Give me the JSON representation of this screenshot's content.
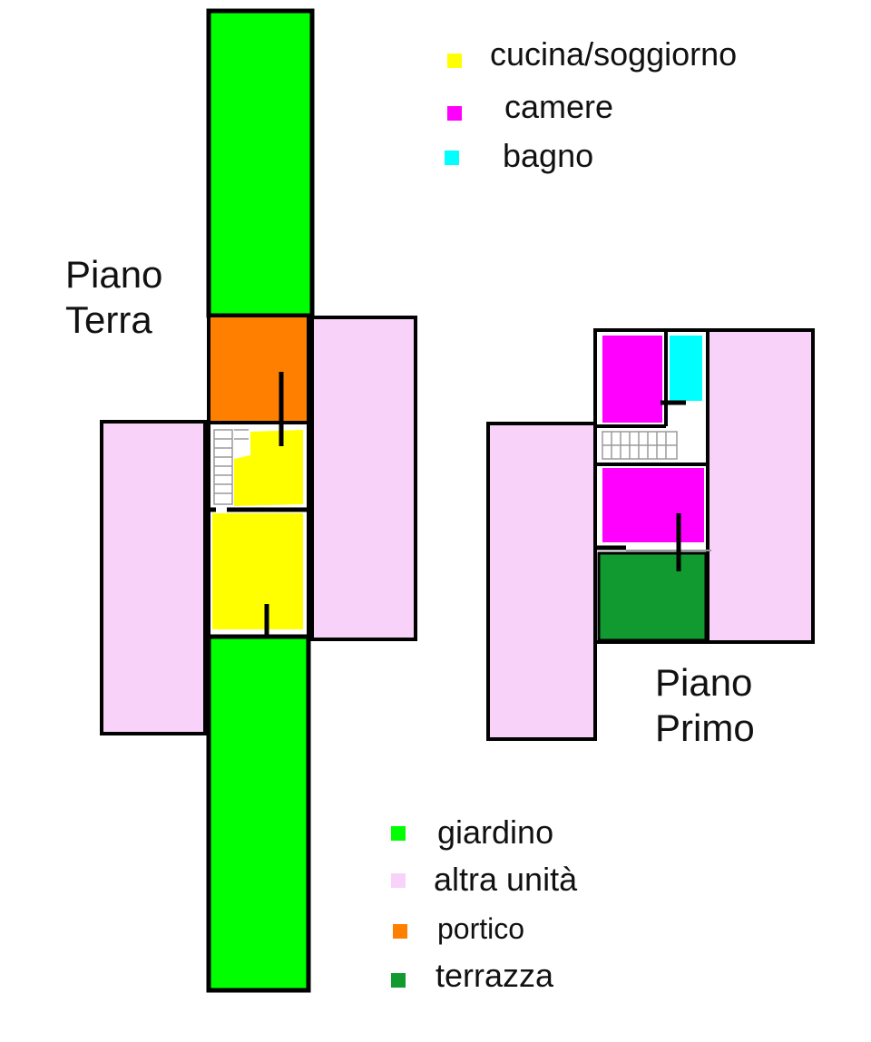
{
  "colors": {
    "cucina_soggiorno": "#ffff00",
    "camere": "#ff00ff",
    "bagno": "#00ffff",
    "giardino": "#00ff00",
    "altra_unita": "#f8d2f8",
    "portico": "#ff8000",
    "terrazza": "#109a30",
    "wall": "#000000",
    "stairs": "#bfbfbf"
  },
  "floors": {
    "ground": {
      "title_line1": "Piano",
      "title_line2": "Terra"
    },
    "first": {
      "title_line1": "Piano",
      "title_line2": "Primo"
    }
  },
  "legend_top": [
    {
      "key": "cucina_soggiorno",
      "label": "cucina/soggiorno",
      "icon": "yellow-square-icon"
    },
    {
      "key": "camere",
      "label": "camere",
      "icon": "magenta-square-icon"
    },
    {
      "key": "bagno",
      "label": "bagno",
      "icon": "cyan-square-icon"
    }
  ],
  "legend_bottom": [
    {
      "key": "giardino",
      "label": "giardino",
      "icon": "green-square-icon"
    },
    {
      "key": "altra_unita",
      "label": "altra unità",
      "icon": "pink-square-icon"
    },
    {
      "key": "portico",
      "label": "portico",
      "icon": "orange-square-icon"
    },
    {
      "key": "terrazza",
      "label": "terrazza",
      "icon": "dark-green-square-icon"
    }
  ]
}
